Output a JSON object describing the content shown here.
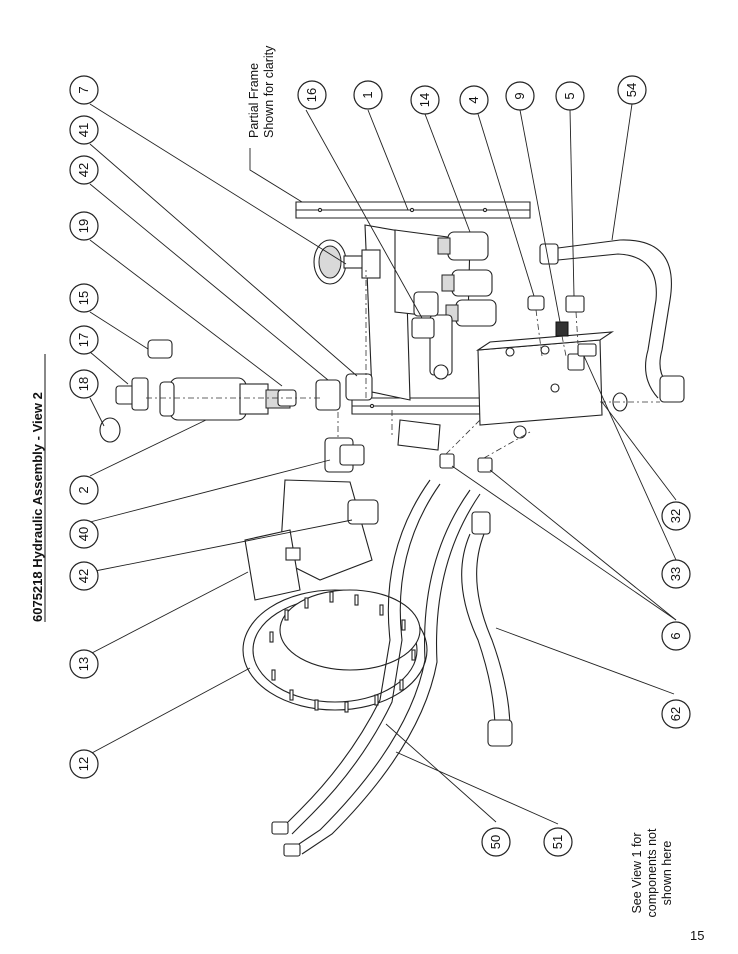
{
  "title": "6075218 Hydraulic Assembly - View 2",
  "notes": {
    "partial_frame_line1": "Partial Frame",
    "partial_frame_line2": "Shown for clarity",
    "see_view_line1": "See View 1 for",
    "see_view_line2": "components not",
    "see_view_line3": "shown here"
  },
  "page_number": "15",
  "balloons": {
    "b7": "7",
    "b41": "41",
    "b42a": "42",
    "b19": "19",
    "b15": "15",
    "b17": "17",
    "b18": "18",
    "b2": "2",
    "b40": "40",
    "b42b": "42",
    "b13": "13",
    "b12": "12",
    "b16": "16",
    "b1": "1",
    "b14": "14",
    "b4": "4",
    "b9": "9",
    "b5": "5",
    "b54": "54",
    "b32": "32",
    "b33": "33",
    "b6": "6",
    "b62": "62",
    "b50": "50",
    "b51": "51"
  }
}
